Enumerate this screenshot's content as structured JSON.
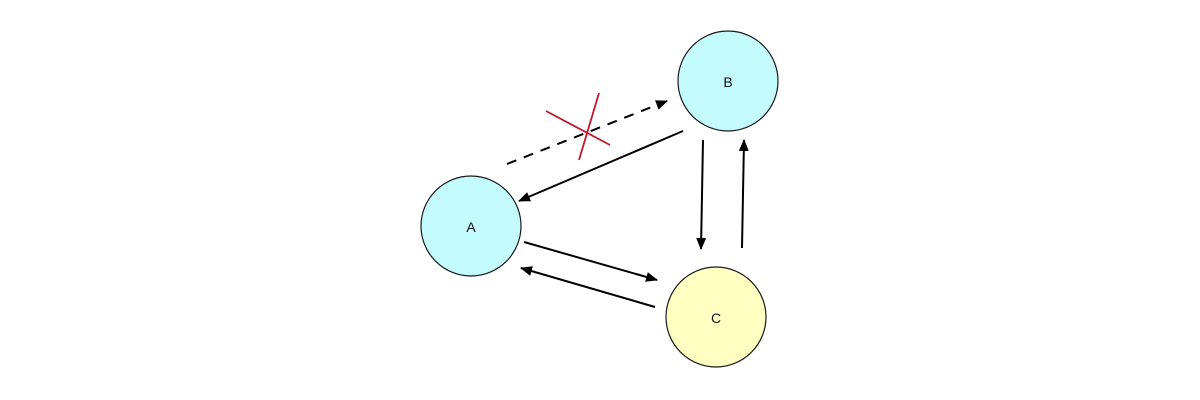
{
  "nodes": [
    {
      "id": "B",
      "label": "B",
      "color": "#c4fbff"
    },
    {
      "id": "A",
      "label": "A",
      "color": "#c4fbff"
    },
    {
      "id": "C",
      "label": "C",
      "color": "#ffffc2"
    }
  ],
  "edges": [
    {
      "from": "A",
      "to": "B",
      "style": "dashed",
      "blocked": true
    },
    {
      "from": "B",
      "to": "A",
      "style": "solid"
    },
    {
      "from": "B",
      "to": "C",
      "style": "solid"
    },
    {
      "from": "C",
      "to": "B",
      "style": "solid"
    },
    {
      "from": "A",
      "to": "C",
      "style": "solid"
    },
    {
      "from": "C",
      "to": "A",
      "style": "solid"
    }
  ],
  "colors": {
    "edge": "#000000",
    "blocked_mark": "#c0172b",
    "node_border": "#1a1a1a"
  }
}
